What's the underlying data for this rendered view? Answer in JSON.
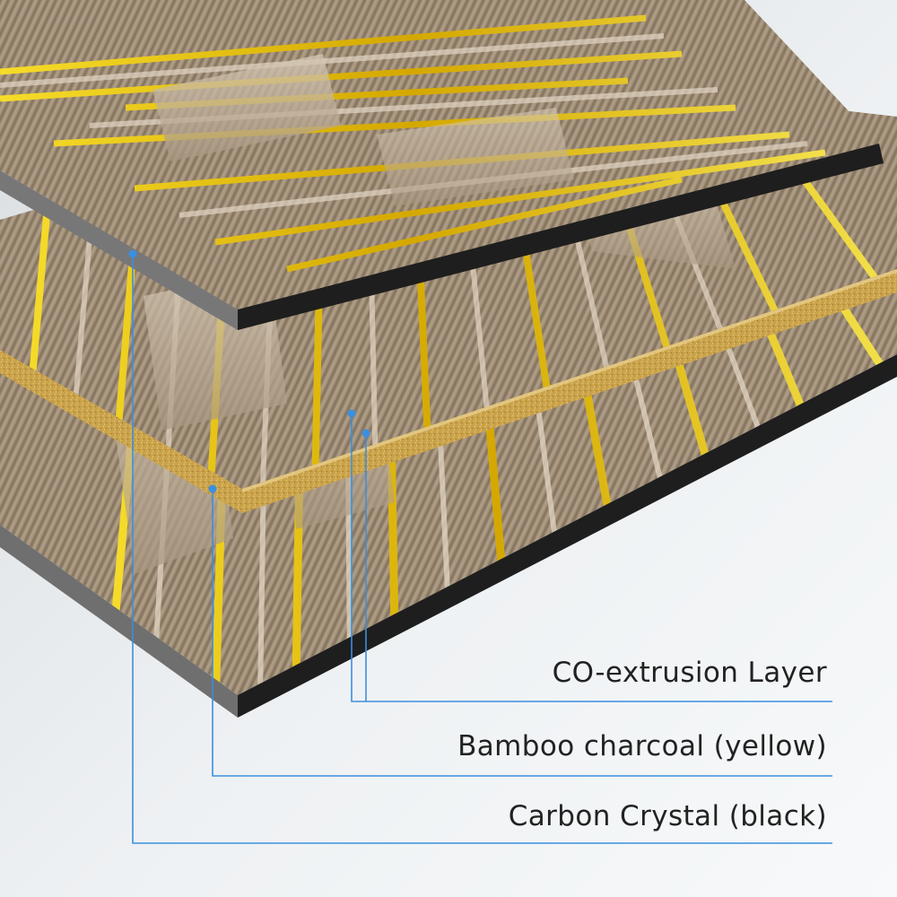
{
  "labels": {
    "coextrusion": "CO-extrusion Layer",
    "bamboo": "Bamboo charcoal (yellow)",
    "carbon": "Carbon Crystal (black)"
  },
  "colors": {
    "background": "#eef1f3",
    "panel_wood": "#9a8a74",
    "gold_stripe": "#e6c20a",
    "core_black": "#1e1e1e",
    "core_yellow": "#c9a24a",
    "leader_line": "#3b8fe0"
  }
}
